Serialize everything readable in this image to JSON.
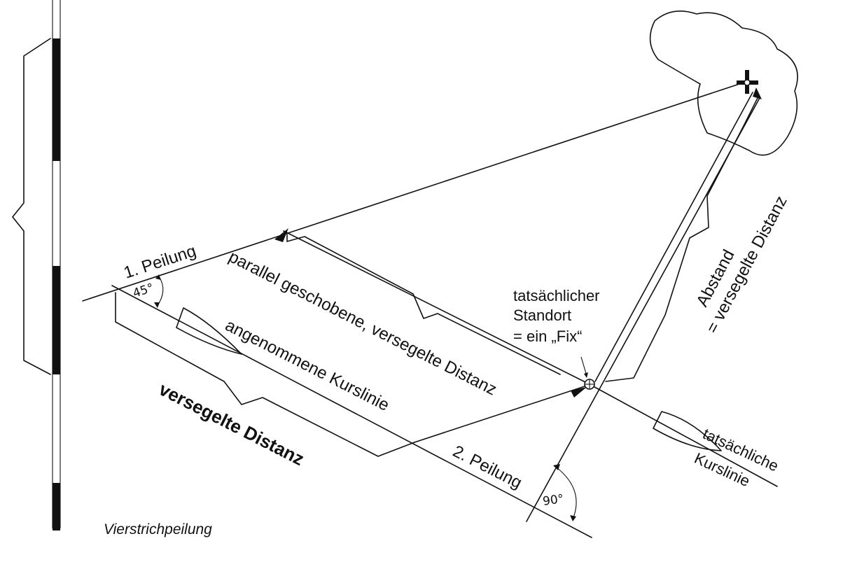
{
  "figure": {
    "caption": "Vierstrichpeilung",
    "labels": {
      "first_bearing": "1. Peilung",
      "second_bearing": "2. Peilung",
      "shifted_line": "parallel geschobene, versegelte Distanz",
      "assumed_course": "angenommene Kurslinie",
      "sailed_distance": "versegelte Distanz",
      "fix_line1": "tatsächlicher",
      "fix_line2": "Standort",
      "fix_line3": "= ein „Fix“",
      "distance_line1": "Abstand",
      "distance_line2": "= versegelte Distanz",
      "true_course_line1": "tatsächliche",
      "true_course_line2": "Kurslinie",
      "angle_first": "45°",
      "angle_second": "90°"
    },
    "icons": {
      "landmark": "lighthouse-cross-icon",
      "boat1": "boat-icon",
      "boat2": "boat-icon"
    }
  }
}
